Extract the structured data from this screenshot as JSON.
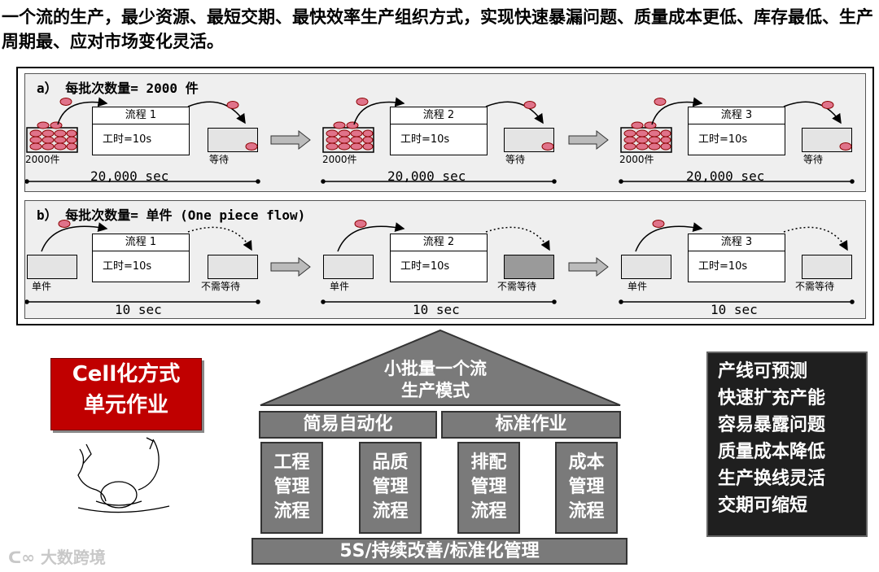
{
  "headline": "一个流的生产，最少资源、最短交期、最快效率生产组织方式，实现快速暴漏问题、质量成本更低、库存最低、生产周期最、应对市场变化灵活。",
  "panel_a": {
    "title": "a）  每批次数量= 2000 件",
    "stages": [
      {
        "process": "流程 1",
        "time": "工时=10s",
        "input": "2000件",
        "output": "等待",
        "span": "20,000 sec"
      },
      {
        "process": "流程 2",
        "time": "工时=10s",
        "input": "2000件",
        "output": "等待",
        "span": "20,000 sec"
      },
      {
        "process": "流程 3",
        "time": "工时=10s",
        "input": "2000件",
        "output": "等待",
        "span": "20,000 sec"
      }
    ]
  },
  "panel_b": {
    "title": "b）  每批次数量= 单件 (One piece flow)",
    "stages": [
      {
        "process": "流程 1",
        "time": "工时=10s",
        "input": "单件",
        "output": "不需等待",
        "span": "10 sec"
      },
      {
        "process": "流程 2",
        "time": "工时=10s",
        "input": "单件",
        "output": "不需等待",
        "span": "10 sec"
      },
      {
        "process": "流程 3",
        "time": "工时=10s",
        "input": "单件",
        "output": "不需等待",
        "span": "10 sec"
      }
    ]
  },
  "cell_sign": {
    "line1": "Cell化方式",
    "line2": "单元作业"
  },
  "house": {
    "roof_line1": "小批量一个流",
    "roof_line2": "生产模式",
    "beam_left": "简易自动化",
    "beam_right": "标准作业",
    "pillars": [
      {
        "l1": "工程",
        "l2": "管理",
        "l3": "流程"
      },
      {
        "l1": "品质",
        "l2": "管理",
        "l3": "流程"
      },
      {
        "l1": "排配",
        "l2": "管理",
        "l3": "流程"
      },
      {
        "l1": "成本",
        "l2": "管理",
        "l3": "流程"
      }
    ],
    "base": "5S/持续改善/标准化管理"
  },
  "benefits": [
    "产线可预测",
    "快速扩充产能",
    "容易暴露问题",
    "质量成本降低",
    "生产换线灵活",
    "交期可缩短"
  ],
  "watermark": "大数跨境",
  "colors": {
    "accent_red": "#c00000",
    "part_fill": "#e0738a",
    "dark_panel": "#1f1f1f",
    "house_gray": "#7a7a7a"
  }
}
